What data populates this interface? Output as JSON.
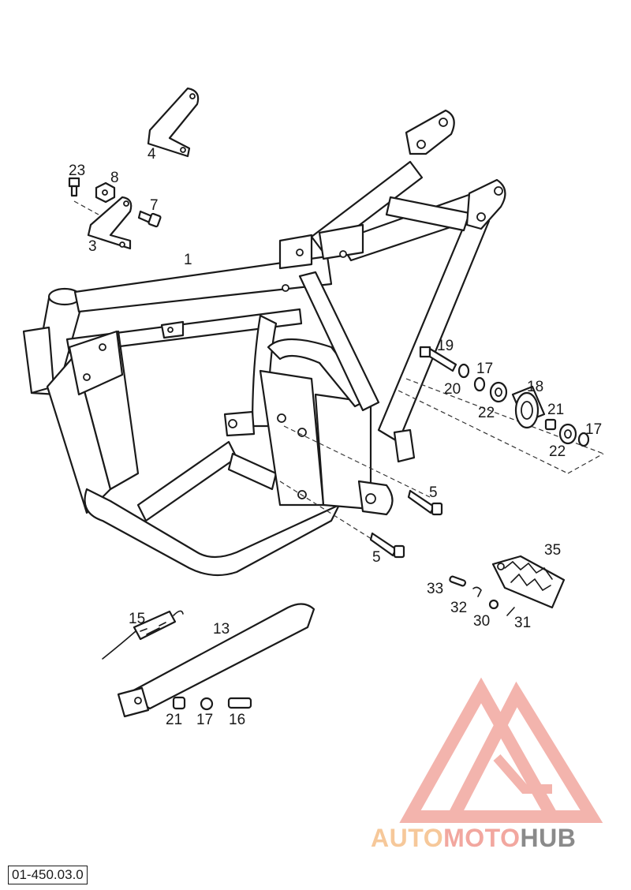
{
  "document": {
    "code": "01-450.03.0"
  },
  "callouts": [
    {
      "id": "c1",
      "text": "1"
    },
    {
      "id": "c3",
      "text": "3"
    },
    {
      "id": "c4",
      "text": "4"
    },
    {
      "id": "c5a",
      "text": "5"
    },
    {
      "id": "c5b",
      "text": "5"
    },
    {
      "id": "c7",
      "text": "7"
    },
    {
      "id": "c8",
      "text": "8"
    },
    {
      "id": "c13",
      "text": "13"
    },
    {
      "id": "c15",
      "text": "15"
    },
    {
      "id": "c16",
      "text": "16"
    },
    {
      "id": "c17a",
      "text": "17"
    },
    {
      "id": "c17b",
      "text": "17"
    },
    {
      "id": "c17c",
      "text": "17"
    },
    {
      "id": "c18",
      "text": "18"
    },
    {
      "id": "c19",
      "text": "19"
    },
    {
      "id": "c20",
      "text": "20"
    },
    {
      "id": "c21a",
      "text": "21"
    },
    {
      "id": "c21b",
      "text": "21"
    },
    {
      "id": "c22a",
      "text": "22"
    },
    {
      "id": "c22b",
      "text": "22"
    },
    {
      "id": "c23",
      "text": "23"
    },
    {
      "id": "c30",
      "text": "30"
    },
    {
      "id": "c31",
      "text": "31"
    },
    {
      "id": "c32",
      "text": "32"
    },
    {
      "id": "c33",
      "text": "33"
    },
    {
      "id": "c35",
      "text": "35"
    }
  ],
  "watermark": {
    "part1": "AUTO",
    "part2": "MOTO",
    "part3": "HUB",
    "colors": {
      "orange": "#f6c89a",
      "red": "#f2a79f",
      "gray": "#8a8a8a"
    }
  }
}
